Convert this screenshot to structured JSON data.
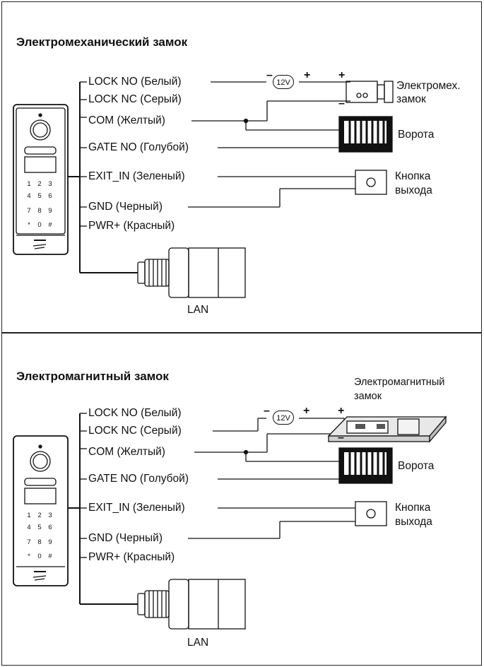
{
  "diagrams": [
    {
      "title": "Электромеханический замок",
      "lock_label_1": "Электромех.",
      "lock_label_2": "замок",
      "voltage": "12V",
      "minus": "–",
      "plus": "+",
      "wires": [
        "LOCK NO (Белый)",
        "LOCK NC (Серый)",
        "COM (Желтый)",
        "GATE NO (Голубой)",
        "EXIT_IN (Зеленый)",
        "GND (Черный)",
        "PWR+ (Красный)"
      ],
      "gate_label": "Ворота",
      "button_label_1": "Кнопка",
      "button_label_2": "выхода",
      "lan_label": "LAN"
    },
    {
      "title": "Электромагнитный замок",
      "lock_label_1": "Электромагнитный",
      "lock_label_2": "замок",
      "voltage": "12V",
      "minus": "–",
      "plus": "+",
      "wires": [
        "LOCK NO (Белый)",
        "LOCK NC (Серый)",
        "COM (Желтый)",
        "GATE NO (Голубой)",
        "EXIT_IN (Зеленый)",
        "GND (Черный)",
        "PWR+ (Красный)"
      ],
      "gate_label": "Ворота",
      "button_label_1": "Кнопка",
      "button_label_2": "выхода",
      "lan_label": "LAN"
    }
  ],
  "keypad": [
    "1",
    "2",
    "3",
    "4",
    "5",
    "6",
    "7",
    "8",
    "9",
    "*",
    "0",
    "#"
  ]
}
